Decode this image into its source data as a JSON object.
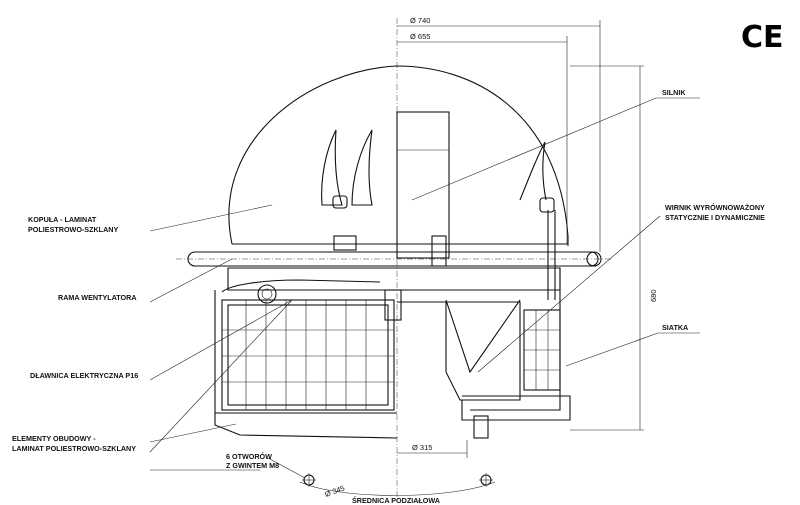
{
  "mark": "CE",
  "dimensions": {
    "d740": "Ø 740",
    "d655": "Ø 655",
    "h680": "680",
    "d315": "Ø 315",
    "d345": "Ø 345"
  },
  "labels": {
    "silnik": "SILNIK",
    "kopula_1": "KOPUŁA - LAMINAT",
    "kopula_2": "POLIESTROWO-SZKLANY",
    "wirnik_1": "WIRNIK WYRÓWNOWAŻONY",
    "wirnik_2": "STATYCZNIE I DYNAMICZNIE",
    "rama": "RAMA WENTYLATORA",
    "siatka": "SIATKA",
    "dlawnica": "DŁAWNICA ELEKTRYCZNA P16",
    "elementy_1": "ELEMENTY OBUDOWY -",
    "elementy_2": "LAMINAT POLIESTROWO-SZKLANY",
    "otwory_1": "6 OTWORÓW",
    "otwory_2": "Z GWINTEM M8",
    "srednica": "ŚREDNICA PODZIAŁOWA"
  }
}
